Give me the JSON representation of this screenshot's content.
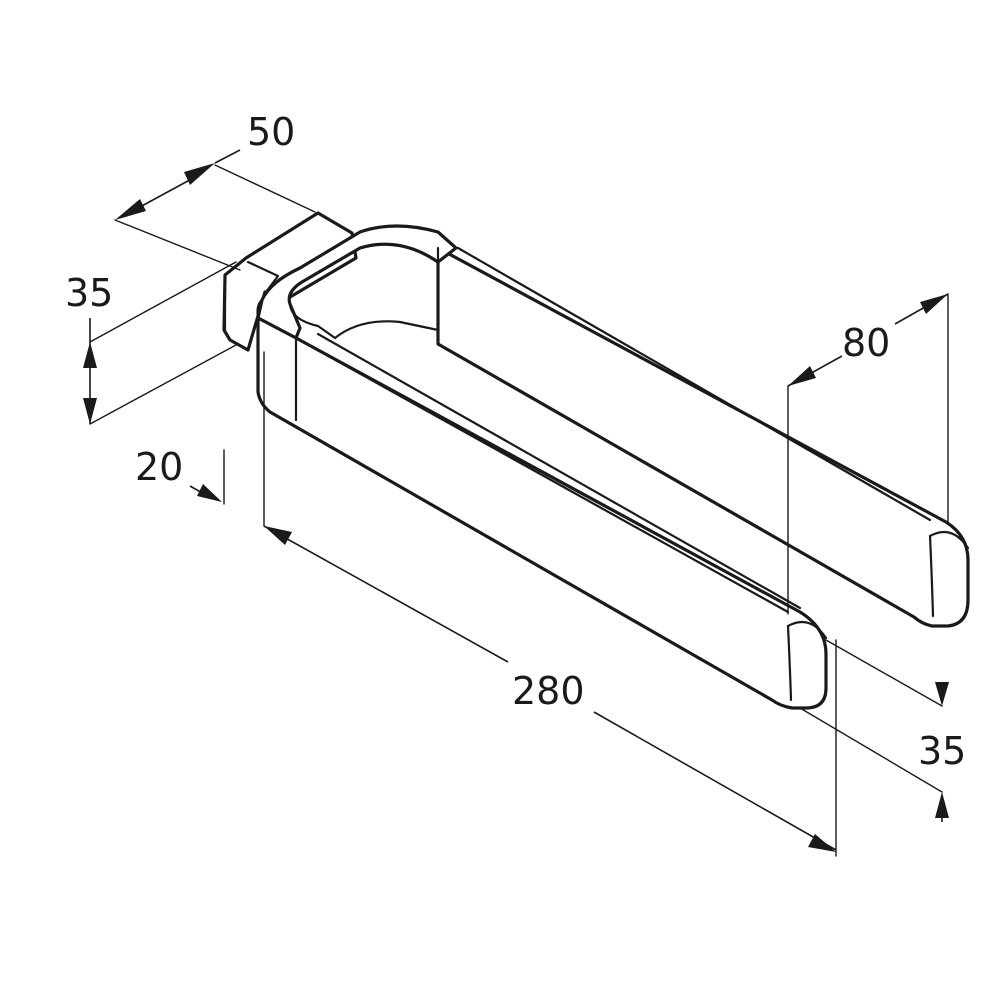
{
  "diagram": {
    "dimensions": {
      "back_width": "50",
      "mount_height": "35",
      "mount_depth": "20",
      "length": "280",
      "arm_spacing": "80",
      "arm_height": "35"
    },
    "colors": {
      "ink": "#1a1a1a",
      "paper": "#ffffff"
    }
  }
}
